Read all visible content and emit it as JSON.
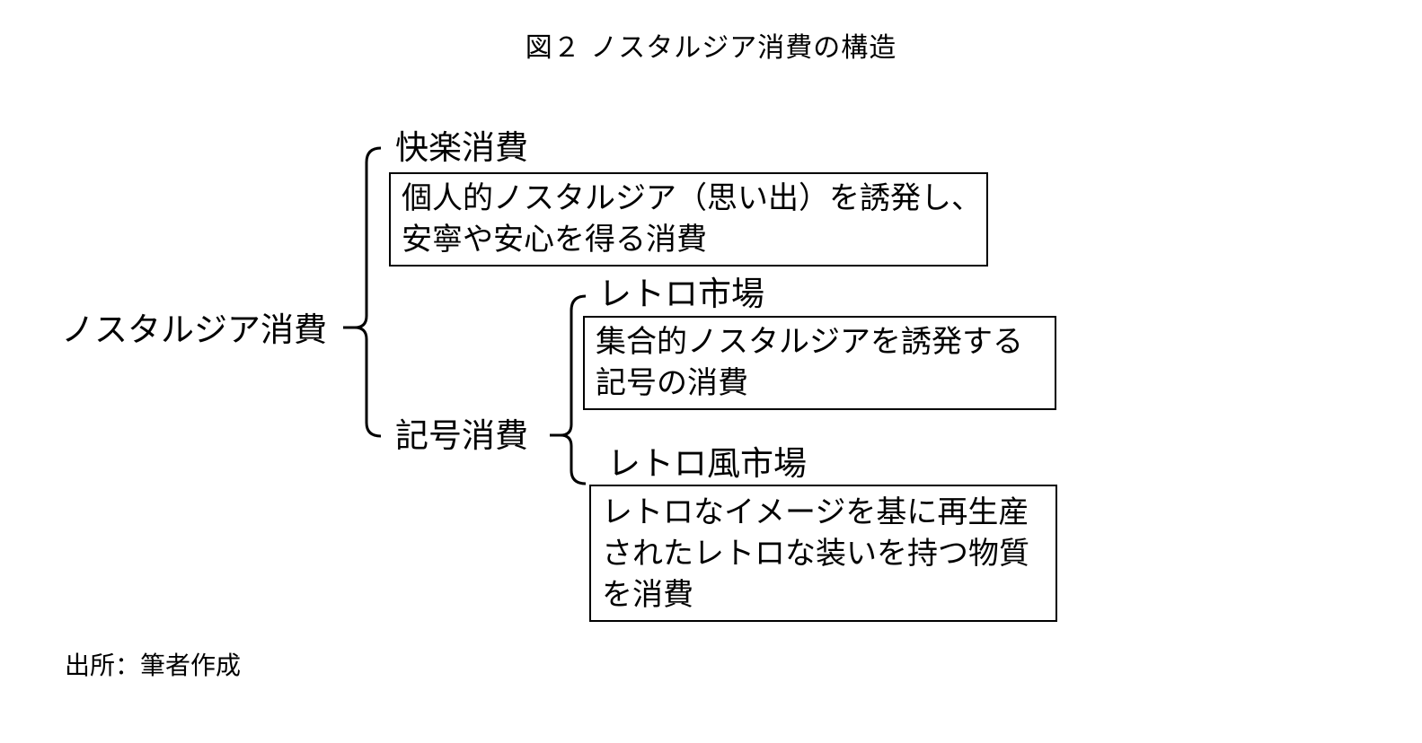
{
  "figure": {
    "title": "図２ ノスタルジア消費の構造",
    "source": "出所：筆者作成"
  },
  "diagram": {
    "root": "ノスタルジア消費",
    "hedonic": {
      "label": "快楽消費",
      "description_lines": [
        "個人的ノスタルジア（思い出）を誘発し、",
        "安寧や安心を得る消費"
      ]
    },
    "sign": {
      "label": "記号消費",
      "retro_market": {
        "label": "レトロ市場",
        "description_lines": [
          "集合的ノスタルジアを誘発する",
          "記号の消費"
        ]
      },
      "retro_style_market": {
        "label": "レトロ風市場",
        "description_lines": [
          "レトロなイメージを基に再生産",
          "されたレトロな装いを持つ物質",
          "を消費"
        ]
      }
    }
  }
}
